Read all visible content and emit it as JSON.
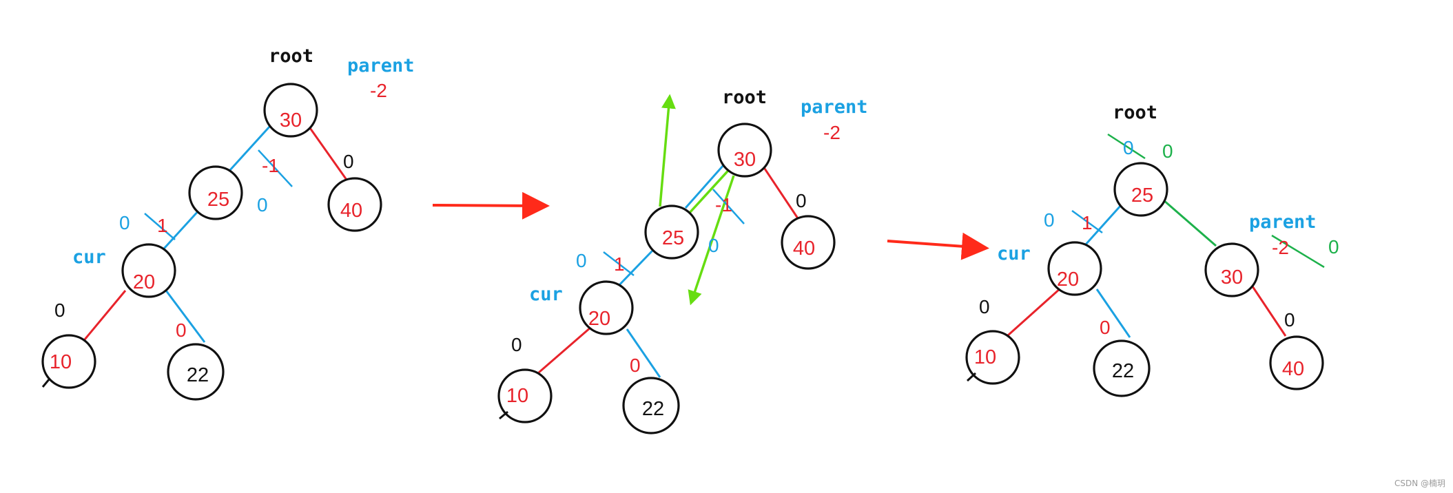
{
  "colors": {
    "red": "#e8232b",
    "blue": "#1ba1e2",
    "black": "#111111",
    "green": "#1db14b",
    "lime": "#66dd11",
    "arrow": "#ff2a1a",
    "watermark": "#9a9a9a"
  },
  "panel1": {
    "root_label": "root",
    "parent_label": "parent",
    "parent_bf": "-2",
    "cur_label": "cur",
    "nodes": {
      "n30": "30",
      "n25": "25",
      "n40": "40",
      "n20": "20",
      "n10": "10",
      "n22": "22"
    },
    "bf": {
      "n25_old": "-1",
      "n25_new": "0",
      "n40": "0",
      "n20_old": "1",
      "n20_new": "0",
      "n10": "0",
      "n22": "0"
    }
  },
  "panel2": {
    "root_label": "root",
    "parent_label": "parent",
    "parent_bf": "-2",
    "cur_label": "cur",
    "nodes": {
      "n30": "30",
      "n25": "25",
      "n40": "40",
      "n20": "20",
      "n10": "10",
      "n22": "22"
    },
    "bf": {
      "n25_old": "-1",
      "n25_new": "0",
      "n40": "0",
      "n20_old": "1",
      "n20_new": "0",
      "n10": "0",
      "n22": "0"
    }
  },
  "panel3": {
    "root_label": "root",
    "parent_label": "parent",
    "parent_bf_old": "-2",
    "parent_bf_new": "0",
    "cur_label": "cur",
    "nodes": {
      "n25": "25",
      "n30": "30",
      "n20": "20",
      "n40": "40",
      "n10": "10",
      "n22": "22"
    },
    "bf": {
      "n25_old": "0",
      "n25_new": "0",
      "n40": "0",
      "n20_old": "1",
      "n20_new": "0",
      "n10": "0",
      "n22": "0"
    }
  },
  "watermark": "CSDN @楠玥"
}
